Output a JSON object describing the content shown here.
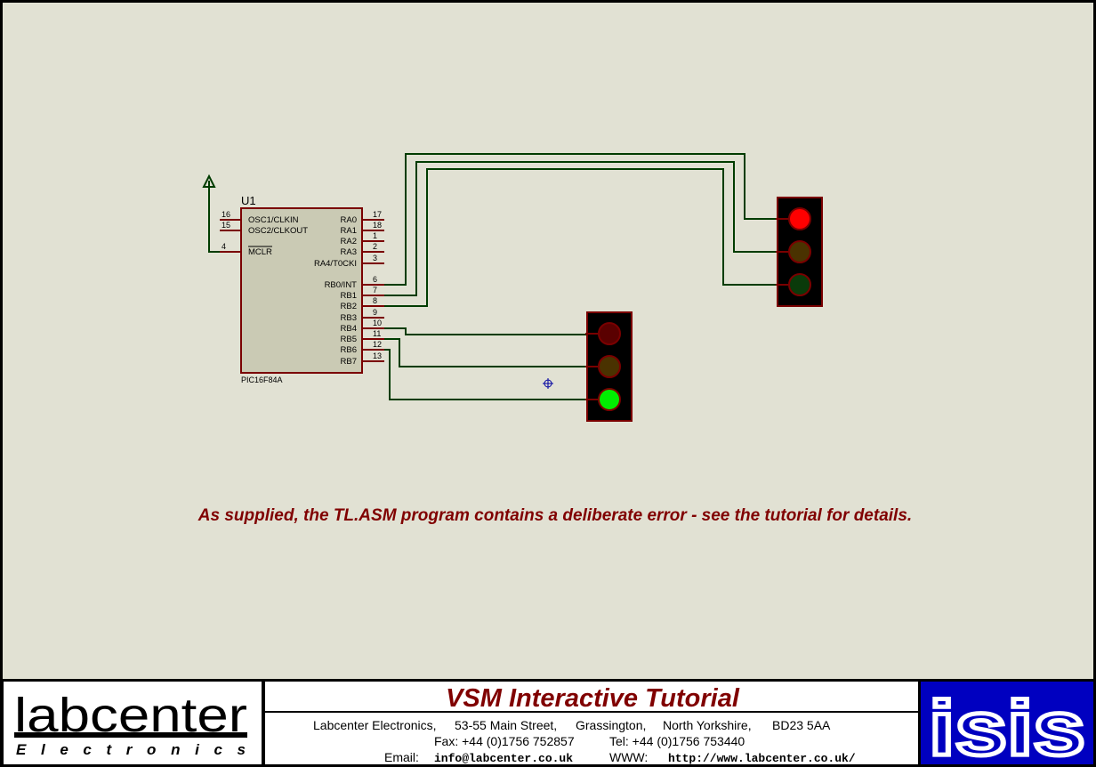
{
  "colors": {
    "sheet": "#e1e1d3",
    "chip_body": "#cacab4",
    "outline": "#7a0000",
    "wire": "#003c00",
    "pin_number": "#000000",
    "note_text": "#800000",
    "title_text": "#800000",
    "red_on": "#ff0000",
    "red_off": "#5a0000",
    "amber_off": "#4a3200",
    "green_off": "#0a3a0a",
    "green_on": "#00ee00",
    "isis_bg": "#0000c0"
  },
  "chip": {
    "designator": "U1",
    "part_name": "PIC16F84A",
    "left_pins": [
      {
        "num": "16",
        "name": "OSC1/CLKIN"
      },
      {
        "num": "15",
        "name": "OSC2/CLKOUT"
      },
      {
        "num": "4",
        "name": "MCLR"
      }
    ],
    "right_pins": [
      {
        "num": "17",
        "name": "RA0"
      },
      {
        "num": "18",
        "name": "RA1"
      },
      {
        "num": "1",
        "name": "RA2"
      },
      {
        "num": "2",
        "name": "RA3"
      },
      {
        "num": "3",
        "name": "RA4/T0CKI"
      },
      {
        "num": "6",
        "name": "RB0/INT"
      },
      {
        "num": "7",
        "name": "RB1"
      },
      {
        "num": "8",
        "name": "RB2"
      },
      {
        "num": "9",
        "name": "RB3"
      },
      {
        "num": "10",
        "name": "RB4"
      },
      {
        "num": "11",
        "name": "RB5"
      },
      {
        "num": "12",
        "name": "RB6"
      },
      {
        "num": "13",
        "name": "RB7"
      }
    ]
  },
  "traffic_lights": [
    {
      "name": "traffic-light-upper",
      "lamps": [
        "red_on",
        "amber_off",
        "green_off"
      ]
    },
    {
      "name": "traffic-light-lower",
      "lamps": [
        "red_off",
        "amber_off",
        "green_on"
      ]
    }
  ],
  "note": "As supplied, the TL.ASM program contains a deliberate error - see the tutorial for details.",
  "title_block": {
    "logo_word": "labcenter",
    "logo_sub": "E l e c t r o n i c s",
    "title": "VSM Interactive Tutorial",
    "address": [
      "Labcenter Electronics,",
      "53-55 Main Street,",
      "Grassington,",
      "North Yorkshire,",
      "BD23 5AA"
    ],
    "fax_label": "Fax: +44 (0)1756 752857",
    "tel_label": "Tel:  +44 (0)1756 753440",
    "email_label": "Email:",
    "email_value": "info@labcenter.co.uk",
    "www_label": "WWW:",
    "www_value": "http://www.labcenter.co.uk/",
    "isis_word": "isis"
  }
}
